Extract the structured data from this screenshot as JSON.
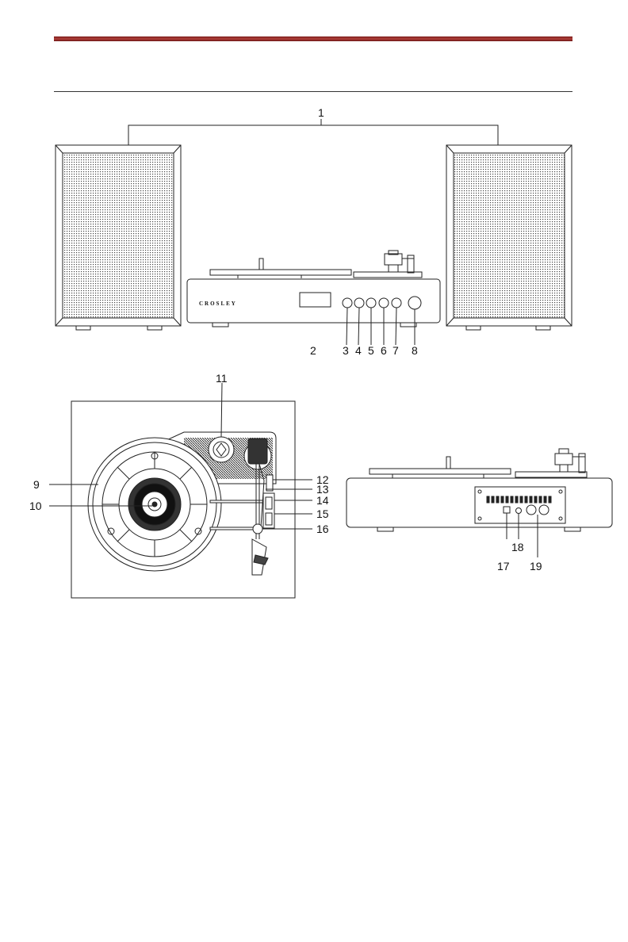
{
  "brand": "CROSLEY",
  "callouts": {
    "c1": "1",
    "c2": "2",
    "c3": "3",
    "c4": "4",
    "c5": "5",
    "c6": "6",
    "c7": "7",
    "c8": "8",
    "c9": "9",
    "c10": "10",
    "c11": "11",
    "c12": "12",
    "c13": "13",
    "c14": "14",
    "c15": "15",
    "c16": "16",
    "c17": "17",
    "c18": "18",
    "c19": "19"
  }
}
